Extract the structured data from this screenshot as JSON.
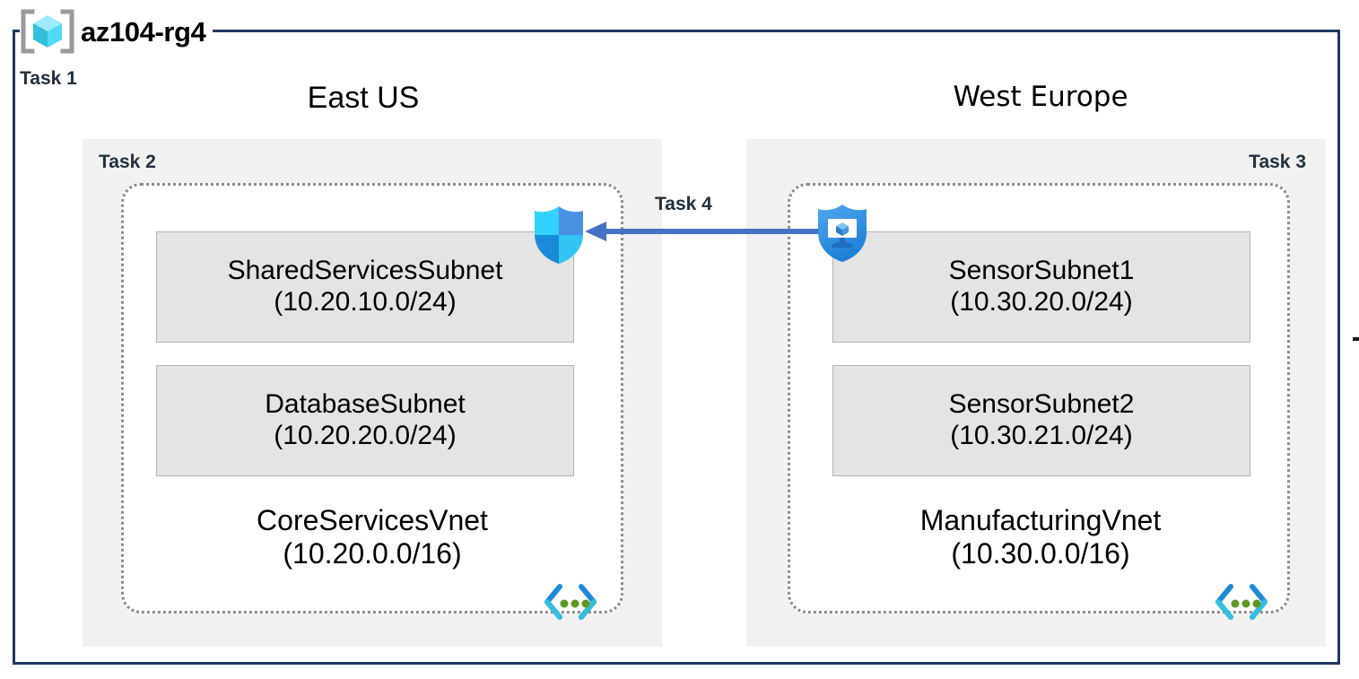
{
  "resource_group": {
    "title": "az104-rg4",
    "icon": "resource-group-cube-icon",
    "task_label": "Task 1",
    "border_color": "#1F3864"
  },
  "regions": [
    {
      "id": "east-us",
      "title": "East US",
      "task_label": "Task 2",
      "task_label_align": "left",
      "vnet": {
        "name": "CoreServicesVnet",
        "cidr": "(10.20.0.0/16)",
        "icon": "vnet-brackets-icon",
        "subnets": [
          {
            "name": "SharedServicesSubnet",
            "cidr": "(10.20.10.0/24)"
          },
          {
            "name": "DatabaseSubnet",
            "cidr": "(10.20.20.0/24)"
          }
        ]
      },
      "badge_icon": "shield-nsg-icon"
    },
    {
      "id": "west-europe",
      "title": "West Europe",
      "task_label": "Task 3",
      "task_label_align": "right",
      "vnet": {
        "name": "ManufacturingVnet",
        "cidr": "(10.30.0.0/16)",
        "icon": "vnet-brackets-icon",
        "subnets": [
          {
            "name": "SensorSubnet1",
            "cidr": "(10.30.20.0/24)"
          },
          {
            "name": "SensorSubnet2",
            "cidr": "(10.30.21.0/24)"
          }
        ]
      },
      "badge_icon": "shield-vm-icon"
    }
  ],
  "connection": {
    "task_label": "Task 4",
    "direction": "right-to-left",
    "arrow_color": "#4472C4",
    "icon": "peering-arrow-icon"
  },
  "colors": {
    "region_box_fill": "#f1f1f1",
    "subnet_fill": "#e4e4e4",
    "subnet_border": "#b4b4b4",
    "vnet_border": "#8c8c8c",
    "task_text": "#22303f",
    "azure_cyan": "#32BEDD",
    "azure_blue": "#0078D4"
  }
}
